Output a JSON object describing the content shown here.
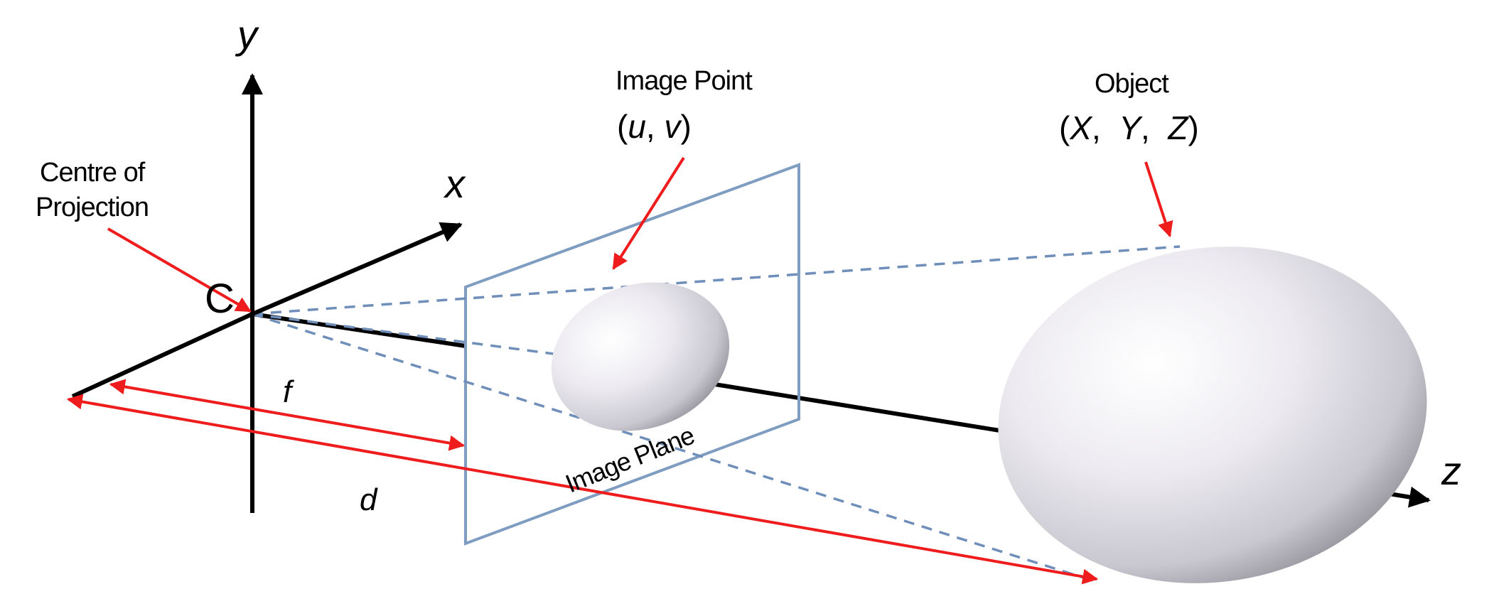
{
  "diagram": {
    "axes": {
      "x": "x",
      "y": "y",
      "z": "z"
    },
    "centre_point": "C",
    "centre_caption": {
      "line1": "Centre of",
      "line2": "Projection"
    },
    "image_point": {
      "title": "Image Point",
      "open": "(",
      "u": "u",
      "sep": ", ",
      "v": "v",
      "close": ")"
    },
    "object": {
      "title": "Object",
      "open": "(",
      "X": "X",
      "sep1": ",  ",
      "Y": "Y",
      "sep2": ",  ",
      "Z": "Z",
      "close": ")"
    },
    "image_plane_label": "Image Plane",
    "focal_length_label": "f",
    "distance_label": "d"
  },
  "colors": {
    "axis": "#000000",
    "arrow": "#ee1c1c",
    "plane": "#7f9cc1",
    "projection_ray": "#6f8fba"
  }
}
